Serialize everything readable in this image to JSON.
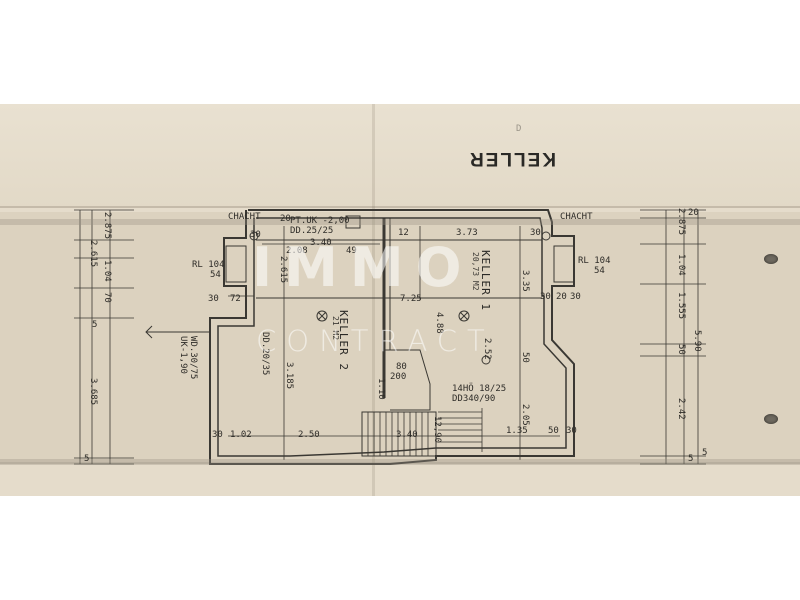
{
  "plan": {
    "title": "KELLER",
    "sheet_color": "#e5dccb",
    "line_color": "#3a3833",
    "corner_mark": "D"
  },
  "rooms": [
    {
      "name": "KELLER 1",
      "area": "20,73 M2"
    },
    {
      "name": "KELLER 2",
      "area": "21 M2"
    }
  ],
  "left_labels": {
    "shaft": "CHACHT",
    "rl": "RL 104",
    "rl_val": "54",
    "wd": "WD.30/75",
    "uk": "UK-1,90",
    "dim_a": "30",
    "dim_b": "72"
  },
  "right_labels": {
    "shaft": "CHACHT",
    "rl": "RL 104",
    "rl_val": "54",
    "dim_a": "30",
    "dim_b": "20",
    "dim_c": "30"
  },
  "top_labels": {
    "pt": "PT.UK -2,00",
    "dd": "DD.25/25",
    "d30": "30",
    "d20": "20",
    "d12": "12",
    "d373": "3.73",
    "d30b": "30",
    "d340": "3.40",
    "d208": "2.08",
    "d49": "49",
    "d2615": "2.615",
    "d725": "7.25",
    "d335": "3.35"
  },
  "inner_labels": {
    "dd2035": "DD.20/35",
    "d318": "3.185",
    "d488": "4.88",
    "d252": "2.52",
    "d80": "80",
    "d200": "200",
    "d110": "1.10",
    "d50": "50",
    "d205": "2.05",
    "hoehe": "14HÖ 18/25",
    "dd340": "DD340/90",
    "d1290": "12,90",
    "d340b": "3.40"
  },
  "bottom_labels": {
    "d30": "30",
    "d102": "1.02",
    "d250": "2.50",
    "d135": "1.35",
    "d50": "50",
    "d30b": "30"
  },
  "left_dims": {
    "d2875": "2.875",
    "d2615": "2.615",
    "d104": "1.04",
    "d70": "70",
    "d5": "5",
    "d3685": "3.685",
    "d5b": "5"
  },
  "right_dims": {
    "d20": "20",
    "d2875": "2.875",
    "d104": "1.04",
    "d1555": "1.555",
    "d50": "50",
    "d590": "5.90",
    "d242": "2.42",
    "d5": "5",
    "d5b": "5"
  },
  "watermark": {
    "main": "IMMO",
    "sub": "CONTRACT"
  }
}
